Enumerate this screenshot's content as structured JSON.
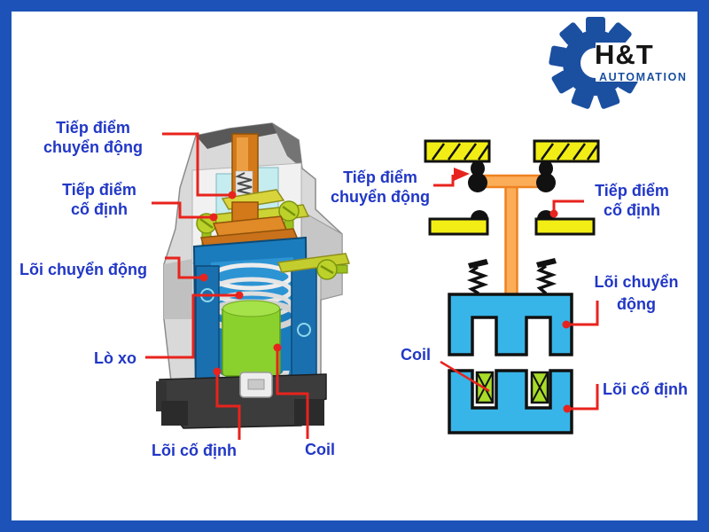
{
  "frame": {
    "border_color": "#1d53b8"
  },
  "logo": {
    "brand": "H&T",
    "subtitle": "AUTOMATION",
    "gear_color": "#1b4fa0",
    "brand_color": "#151515",
    "subtitle_color": "#1a4fa0"
  },
  "labels": {
    "left": {
      "moving_contact": [
        "Tiếp điểm",
        "chuyển động"
      ],
      "fixed_contact": [
        "Tiếp điểm",
        "cố định"
      ],
      "moving_core": "Lõi chuyển động",
      "spring": "Lò xo",
      "fixed_core": "Lõi cố định",
      "coil": "Coil"
    },
    "right": {
      "moving_contact": [
        "Tiếp điểm",
        "chuyển động"
      ],
      "fixed_contact": [
        "Tiếp điểm",
        "cố định"
      ],
      "moving_core": [
        "Lõi chuyển",
        "động"
      ],
      "fixed_core": "Lõi cố định",
      "coil": "Coil"
    }
  },
  "colors": {
    "label_text": "#2137c6",
    "annotation_red": "#e8231d",
    "terminal_yellow": "#f2ee15",
    "contact_black": "#111111",
    "bridge_orange": "#fbad58",
    "bridge_orange_stroke": "#ef8221",
    "core_cyan": "#38b5e8",
    "coil_green": "#a8dc28",
    "cutaway_core_blue": "#1b7cbd",
    "cutaway_coil_green": "#8bd12d",
    "housing_gray": "#d9d9d9"
  }
}
